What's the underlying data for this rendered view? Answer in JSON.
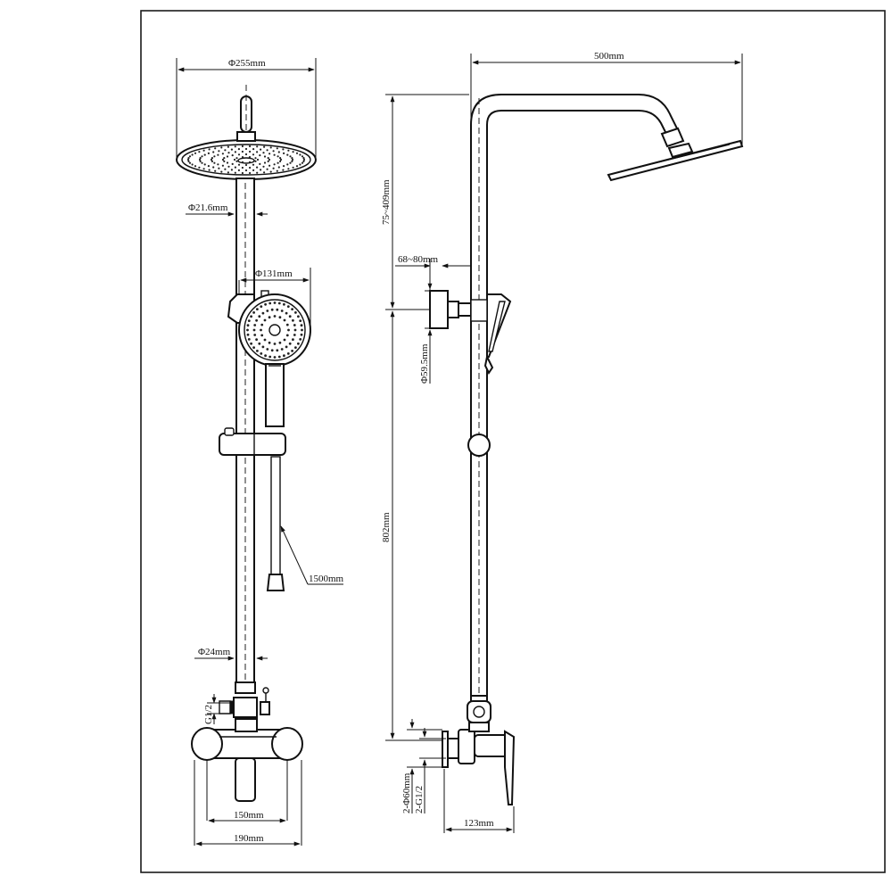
{
  "dimensions": {
    "rain_head_diameter": "Φ255mm",
    "pipe_upper_diameter": "Φ21.6mm",
    "hand_head_diameter": "Φ131mm",
    "hose_length": "1500mm",
    "pipe_lower_diameter": "Φ24mm",
    "inlet_thread": "G1/2",
    "handle_span_inner": "150mm",
    "handle_span_outer": "190mm",
    "arm_reach": "500mm",
    "upper_height_range": "75~409mm",
    "wall_offset_range": "68~80mm",
    "bracket_diameter": "Φ59.5mm",
    "lower_height": "802mm",
    "escutcheon_diameter": "2-Φ60mm",
    "inlet_threads": "2-G1/2",
    "mixer_depth": "123mm"
  }
}
